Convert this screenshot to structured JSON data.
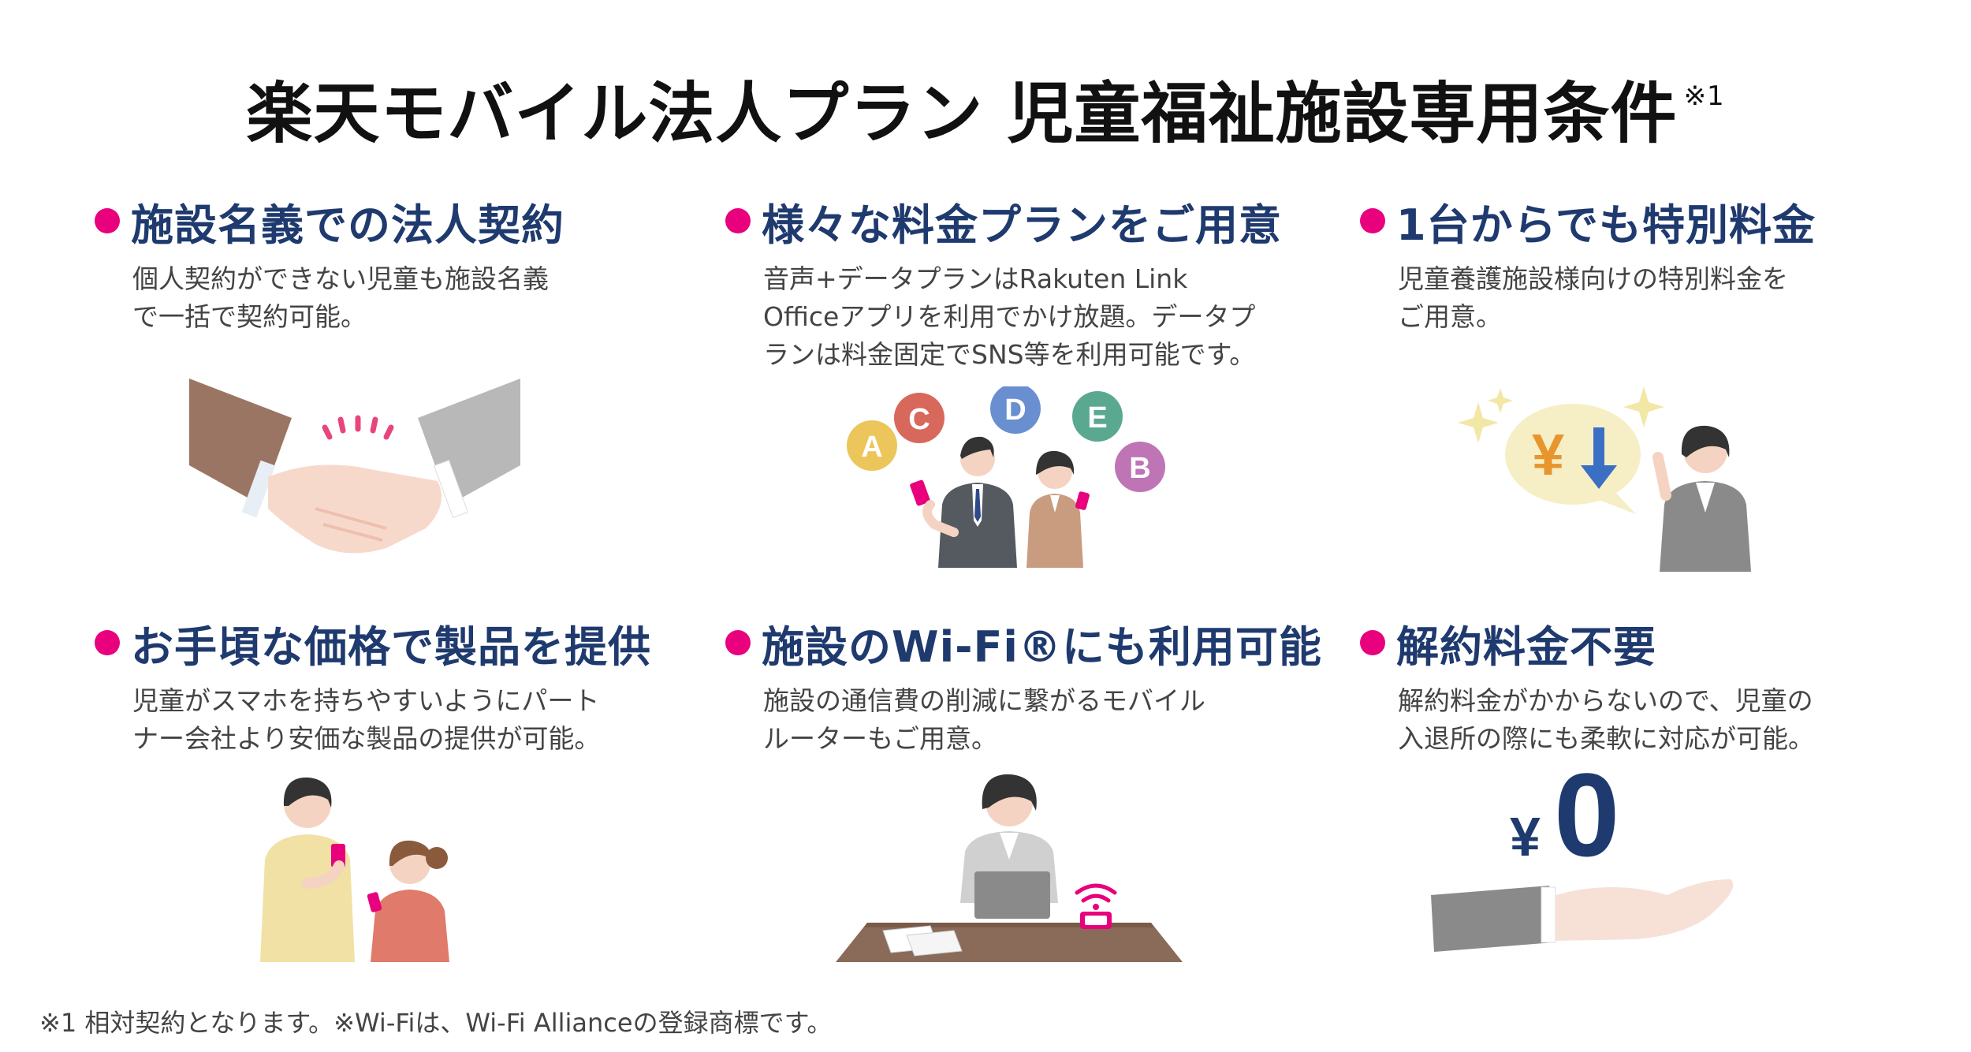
{
  "title": {
    "main": "楽天モバイル法人プラン 児童福祉施設専用条件",
    "sup": "※1"
  },
  "features": [
    {
      "title": "施設名義での法人契約",
      "description": "個人契約ができない児童も施設名義\nで一括で契約可能。",
      "icon": "handshake-icon"
    },
    {
      "title": "様々な料金プランをご用意",
      "description": "音声+データプランはRakuten Link\nOfficeアプリを利用でかけ放題。データプ\nランは料金固定でSNS等を利用可能です。",
      "icon": "plans-people-icon",
      "bubbles": [
        "A",
        "C",
        "D",
        "E",
        "B"
      ]
    },
    {
      "title": "1台からでも特別料金",
      "description": "児童養護施設様向けの特別料金を\nご用意。",
      "icon": "yen-down-icon",
      "yen": "¥"
    },
    {
      "title": "お手頃な価格で製品を提供",
      "description": "児童がスマホを持ちやすいようにパート\nナー会社より安価な製品の提供が可能。",
      "icon": "mother-child-icon"
    },
    {
      "title": "施設のWi-Fi®にも利用可能",
      "description": "施設の通信費の削減に繋がるモバイル\nルーターもご用意。",
      "icon": "wifi-desk-icon"
    },
    {
      "title": "解約料金不要",
      "description": "解約料金がかからないので、児童の\n入退所の際にも柔軟に対応が可能。",
      "icon": "zero-yen-icon",
      "yen": "¥",
      "zero": "0"
    }
  ],
  "footnote": "※1 相対契約となります。※Wi-Fiは、Wi-Fi Allianceの登録商標です。",
  "colors": {
    "accent": "#e8007d",
    "heading": "#1f3a6e",
    "navy": "#1f3a6e"
  }
}
